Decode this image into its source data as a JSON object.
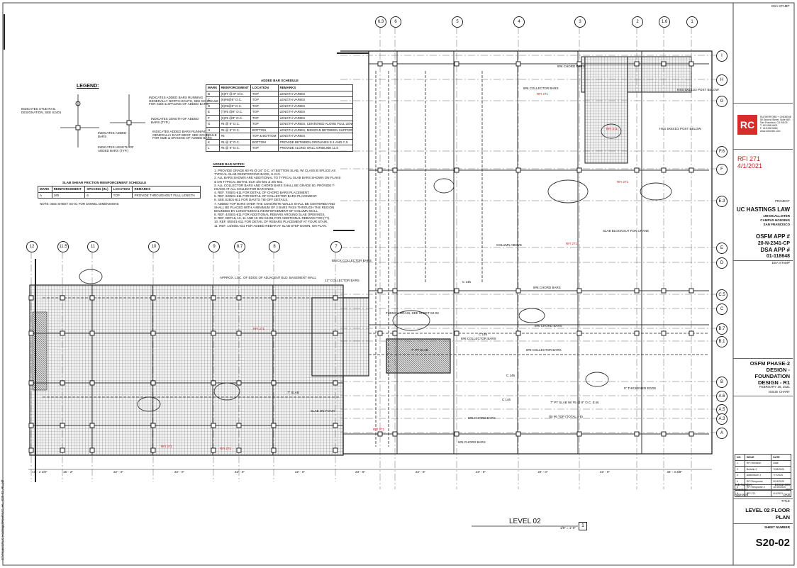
{
  "page": {
    "title": "LEVEL 02 FLOOR PLAN"
  },
  "stamp": {
    "dsa_stamp_top": "DSA STAMP",
    "dsa_stamp_mid": "DSA STAMP"
  },
  "rfi": {
    "label": "RFI 271",
    "date": "4/1/2021",
    "small_tags": [
      "RFI 271",
      "RFI 271",
      "RFI 271",
      "RFI 271",
      "RFI 271",
      "RFI 271",
      "RFI 271",
      "RFI 271"
    ]
  },
  "legend": {
    "title": "LEGEND:",
    "items": [
      "INDICATES ADDED BARS RUNNING GENERALLY NORTH-SOUTH, SEE SCHEDULE FOR SIZE & SPACING OF ADDED BARS",
      "INDICATES LENGTH OF ADDED BARS (TYP.)",
      "INDICATES STUD RAIL DESIGNATION, SEE S2401",
      "INDICATES ADDED BARS RUNNING GENERALLY EAST-WEST, SEE SCHEDULE FOR SIZE & SPACING OF ADDED BARS",
      "INDICATES ADDED BARS",
      "INDICATES LENGTH OF ADDED BARS (TYP.)"
    ]
  },
  "added_bar_schedule": {
    "title": "ADDED BAR SCHEDULE",
    "headers": [
      "MARK",
      "REINFORCEMENT",
      "LOCATION",
      "REMARKS"
    ],
    "rows": [
      [
        "B",
        "(6)#7 @ 9\" O.C.",
        "TOP",
        "LENGTH VARIES"
      ],
      [
        "C",
        "(6)#6@9\" O.C.",
        "TOP",
        "LENGTH VARIES"
      ],
      [
        "D",
        "(8)#6@9\" O.C.",
        "TOP",
        "LENGTH VARIES"
      ],
      [
        "E",
        "(7)#5 @9\" O.C.",
        "TOP",
        "LENGTH VARIES"
      ],
      [
        "F",
        "(5)#5 @9\" O.C.",
        "TOP",
        "LENGTH VARIES"
      ],
      [
        "G",
        "#5 @ 9\" O.C.",
        "TOP",
        "LENGTH VARIES, CENTERED ALONG FULL LENGTH OF WALL OR BEAM, TYP. U.O.N. ON PLAN"
      ],
      [
        "H",
        "#5 @ 9\" O.C.",
        "BOTTOM",
        "LENGTH VARIES, MIDSPAN BETWEEN SUPPORTS"
      ],
      [
        "I",
        "#5",
        "TOP & BOTTOM",
        "LENGTH VARIES"
      ],
      [
        "K",
        "#5 @ 9\" O.C.",
        "BOTTOM",
        "PROVIDE BETWEEN GRIDLINES E.1 AND C.5"
      ],
      [
        "L",
        "#5 @ 9\" O.C.",
        "TOP",
        "PROVIDE ALONG WALL GRIDLINE 11.5"
      ]
    ]
  },
  "friction_schedule": {
    "title": "SLAB SHEAR FRICTION REINFORCEMENT SCHEDULE",
    "headers": [
      "MARK",
      "REINFORCEMENT",
      "SPACING (IN.)",
      "LOCATION",
      "REMARKS"
    ],
    "rows": [
      [
        "A",
        "1#5",
        "6",
        "TOP",
        "PROVIDE THROUGHOUT FULL LENGTH"
      ]
    ],
    "note": "NOTE: SEE SHEET S5-01 FOR DOWEL DIMENSIONS"
  },
  "added_bar_notes": {
    "title": "ADDED BAR NOTES:",
    "items": [
      "1. PROVIDE GRADE 60 #5 @ 24\" O.C. AT BOTTOM SLAB, W/ CLASS B SPLICE AS TYPICAL SLAB REINFORCING BARS, U.O.N.",
      "2. ALL BARS SHOWN ARE ADDITIONAL TO TYPICAL SLAB BARS SHOWN ON PLANS & ON TYPICAL DETAIL SCH 3/S-501 & 3/S-501.",
      "3. ALL COLLECTOR BARS AND CHORD BARS SHALL BE GRADE 60, PROVIDE T-HEADS AT ALL COLLECTOR BAR ENDS.",
      "4. REF. 7/S501-611 FOR DETAIL OF CHORD BARS PLACEMENT.",
      "5. REF. 8/S501-611 FOR DETAIL OF COLLECTOR BARS PLACEMENT.",
      "6. SEE S2501-611 FOR DAVITS TIE-OFF DETAILS.",
      "7. ADDED TOP BARS OVER THE CONCRETE WALLS SHALL BE CENTERED AND SHALL BE PLACED WITH A MINIMUM OF 2 BARS PASS THROUGH THE REGION BOUNDED BY LONGITUDINAL REINFORCEMENT OF COLUMN WALL.",
      "8. REF. 4/S501-611 FOR ADDITIONAL REBARS AROUND SLAB OPENINGS.",
      "9. REF. DETAIL 10, 11 AND 15 ON S2401 FOR ADDITIONAL REBARS FOR (??).",
      "10. REF. 8/S501-611 FOR DETAIL OF REBARS PLACEMENT AT FOUR STAIR.",
      "11. REF. 14/S501-611 FOR ADDED REBAR AT SLAB STEP DOWN, ON PLAN."
    ]
  },
  "grid_top": [
    "6.3",
    "6",
    "5",
    "4",
    "3",
    "2",
    "1.6",
    "1"
  ],
  "grid_mid": [
    "12",
    "11.5",
    "11",
    "10",
    "9",
    "8.7",
    "8",
    "7"
  ],
  "grid_right": [
    "I",
    "H",
    "G",
    "F.6",
    "F",
    "E.3",
    "E",
    "D",
    "C.5",
    "C",
    "B.7",
    "B.1",
    "B",
    "A.6",
    "A.5",
    "A.3",
    "A"
  ],
  "dims_bottom": [
    "17' - 2 1/8\"",
    "16' - 2\"",
    "22' - 0\"",
    "22' - 0\"",
    "22' - 0\"",
    "22' - 0\"",
    "23' - 6\"",
    "22' - 0\"",
    "23' - 6\"",
    "22' - 0\"",
    "22' - 0\"",
    "34' - 3 3/8\""
  ],
  "plan_labels": [
    "8#6 CHORD BARS",
    "8#6 COLLECTOR BARS",
    "8#6 CHORD BARS",
    "8#6 COLLECTOR BARS",
    "COLUMN ABOVE",
    "SLAB BLOCKOUT FOR CRANE",
    "BRICK COLLECTOR BARS",
    "8#6 CHORD BARS",
    "8#6 COLLECTOR BARS",
    "TRENCH DRAIN, SEE SHEET S2-02",
    "8#6 CHORD BARS",
    "8#6 CHORD BARS",
    "7\" PT SLAB W/ #5 @ 9\" O.C. E.W.",
    "HSS 5X5X1/2 POST BELOW",
    "HSS 5X5X1/2 POST BELOW",
    "5\" THICKENED EDGE",
    "7\" PT SLAB",
    "C 146",
    "C 146",
    "C 146",
    "C 146",
    "APPROX. LOC. OF EDGE OF ADJACENT BLD. BASEMENT WALL",
    "12\" COLLECTOR BARS",
    "7\" SLAB",
    "SLAB ON FOAM",
    "(5) #6 TOP (TOTAL = 5)"
  ],
  "title_block": {
    "firm_lines": [
      "RUTHERFORD + CHEKENE",
      "55 Second Street, Suite 600",
      "San Francisco, CA 94105",
      "T: 415 568 4400",
      "F: 415 618 0684",
      "www.ruthchek.com"
    ],
    "project_label": "PROJECT",
    "project_name": "UC HASTINGS LAW",
    "project_addr": [
      "198 MCALLISTER",
      "CAMPUS HOUSING",
      "SAN FRANCISCO"
    ],
    "osfm_app": "OSFM APP #",
    "osfm_no": "20-N-2341-CP",
    "dsa_app": "DSA APP #",
    "dsa_no": "01-118648",
    "phase": [
      "OSFM PHASE-2",
      "DESIGN -",
      "FOUNDATION",
      "DESIGN - R1"
    ],
    "phase_date": "FEBRUARY 26, 2021",
    "issue_chart": "ISSUE CHART",
    "revision_rows": [
      [
        "1",
        "RFI Revision",
        "Date"
      ],
      [
        "2",
        "Bulletin 2",
        "7/28/2020"
      ],
      [
        "3",
        "Addendum 3",
        "7/7/2020"
      ],
      [
        "4",
        "RFI Response",
        "9/24/2020"
      ],
      [
        "5",
        "RFI Response 2",
        "10/19/2020"
      ],
      [
        "6",
        "RFI 271",
        "4/1/2021"
      ]
    ],
    "rev_headers": [
      "NO.",
      "ISSUE",
      "DATE"
    ],
    "job_number_label": "Job Number",
    "job_number": "19032-000",
    "drawn_label": "Checked",
    "drawn": "PF",
    "approved_label": "Approved",
    "approved": "DKB",
    "title_label": "TITLE",
    "sheet_title_1": "LEVEL 02 FLOOR",
    "sheet_title_2": "PLAN",
    "sheet_number_label": "SHEET NUMBER",
    "sheet_number": "S20-02"
  },
  "bottom": {
    "level_label": "LEVEL 02",
    "scale": "1/8\" = 1'-0\"",
    "detail_no": "1"
  },
  "margin_text": "S:\\\\Projects\\\\UC Hastings\\\\Revit\\\\UC_HL_S20-02_R1.pdf"
}
